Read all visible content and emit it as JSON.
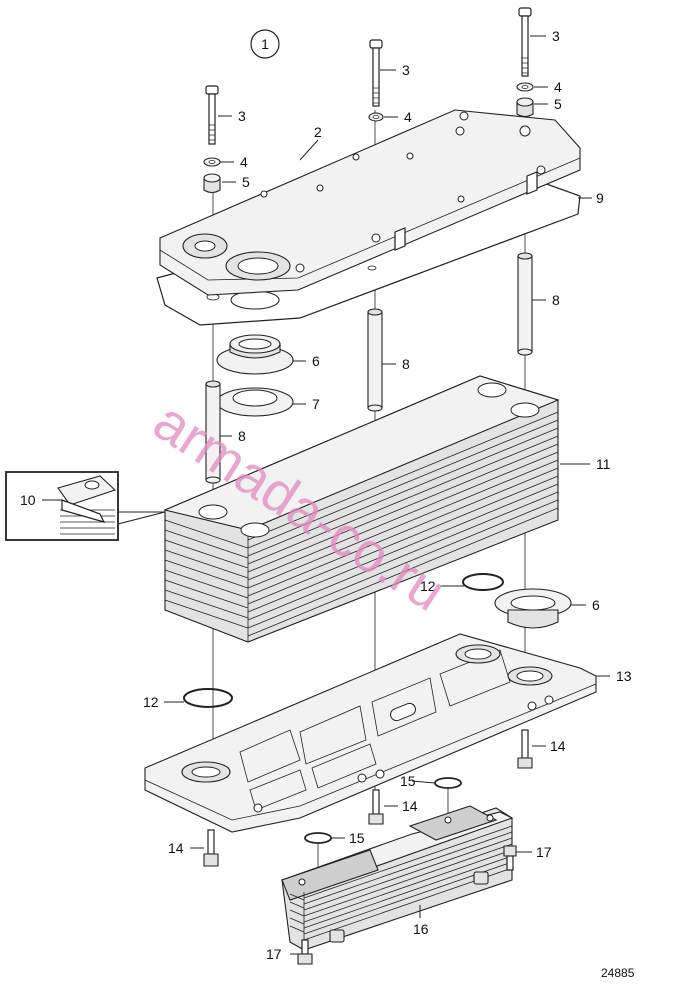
{
  "diagram": {
    "group_number": "1",
    "drawing_number": "24885",
    "watermark": "armada-co.ru",
    "callouts": {
      "c2": "2",
      "c3a": "3",
      "c3b": "3",
      "c3c": "3",
      "c4a": "4",
      "c4b": "4",
      "c4c": "4",
      "c5a": "5",
      "c5b": "5",
      "c6a": "6",
      "c6b": "6",
      "c7": "7",
      "c8a": "8",
      "c8b": "8",
      "c8c": "8",
      "c9": "9",
      "c10": "10",
      "c11": "11",
      "c12a": "12",
      "c12b": "12",
      "c13": "13",
      "c14a": "14",
      "c14b": "14",
      "c14c": "14",
      "c15a": "15",
      "c15b": "15",
      "c16": "16",
      "c17a": "17",
      "c17b": "17"
    }
  }
}
